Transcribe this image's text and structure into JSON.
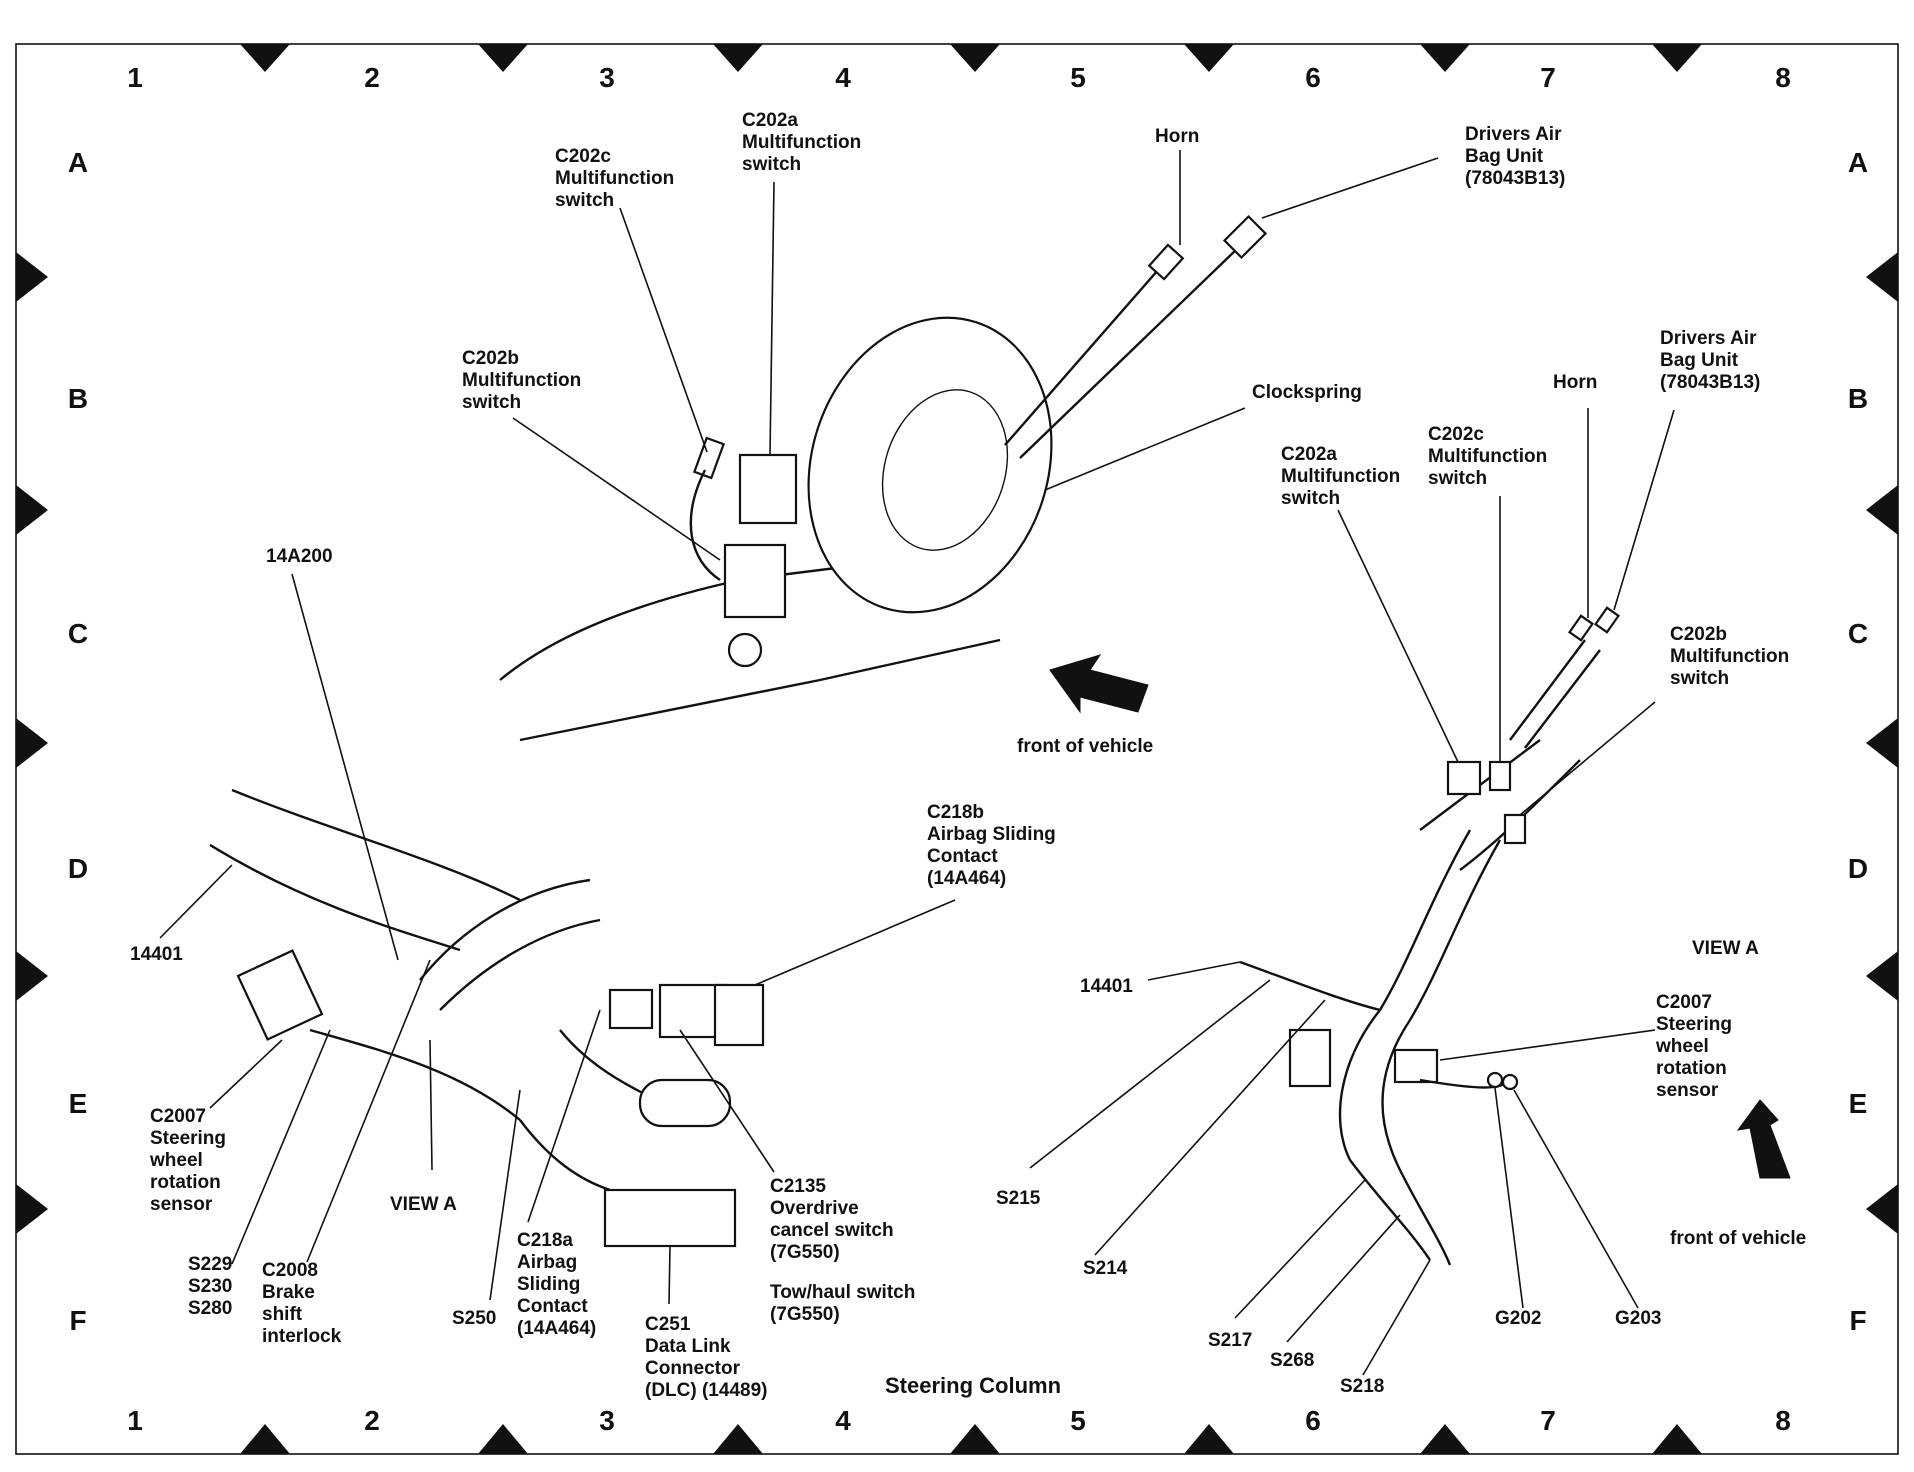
{
  "grid": {
    "columns": [
      "1",
      "2",
      "3",
      "4",
      "5",
      "6",
      "7",
      "8"
    ],
    "rows": [
      "A",
      "B",
      "C",
      "D",
      "E",
      "F"
    ]
  },
  "title": "Steering Column",
  "callouts": {
    "c202c_left": [
      "C202c",
      "Multifunction",
      "switch"
    ],
    "c202a_left": [
      "C202a",
      "Multifunction",
      "switch"
    ],
    "horn_left": [
      "Horn"
    ],
    "airbag_left": [
      "Drivers Air",
      "Bag Unit",
      "(78043B13)"
    ],
    "c202b_left": [
      "C202b",
      "Multifunction",
      "switch"
    ],
    "clockspring": [
      "Clockspring"
    ],
    "id_14a200": [
      "14A200"
    ],
    "front_left": [
      "front of vehicle"
    ],
    "c218b": [
      "C218b",
      "Airbag Sliding",
      "Contact",
      "(14A464)"
    ],
    "id_14401_left": [
      "14401"
    ],
    "c2007_left": [
      "C2007",
      "Steering",
      "wheel",
      "rotation",
      "sensor"
    ],
    "view_a_left": [
      "VIEW A"
    ],
    "s229": [
      "S229",
      "S230",
      "S280"
    ],
    "c2008": [
      "C2008",
      "Brake",
      "shift",
      "interlock"
    ],
    "s250": [
      "S250"
    ],
    "c218a": [
      "C218a",
      "Airbag",
      "Sliding",
      "Contact",
      "(14A464)"
    ],
    "c251": [
      "C251",
      "Data Link",
      "Connector",
      "(DLC) (14489)"
    ],
    "c2135": [
      "C2135",
      "Overdrive",
      "cancel switch",
      "(7G550)"
    ],
    "towhaul": [
      "Tow/haul switch",
      "(7G550)"
    ],
    "horn_right": [
      "Horn"
    ],
    "airbag_right": [
      "Drivers Air",
      "Bag Unit",
      "(78043B13)"
    ],
    "c202a_right": [
      "C202a",
      "Multifunction",
      "switch"
    ],
    "c202c_right": [
      "C202c",
      "Multifunction",
      "switch"
    ],
    "c202b_right": [
      "C202b",
      "Multifunction",
      "switch"
    ],
    "view_a_right": [
      "VIEW A"
    ],
    "id_14401_right": [
      "14401"
    ],
    "c2007_right": [
      "C2007",
      "Steering",
      "wheel",
      "rotation",
      "sensor"
    ],
    "s215": [
      "S215"
    ],
    "s214": [
      "S214"
    ],
    "s217": [
      "S217"
    ],
    "s268": [
      "S268"
    ],
    "s218": [
      "S218"
    ],
    "g202": [
      "G202"
    ],
    "g203": [
      "G203"
    ],
    "front_right": [
      "front of vehicle"
    ]
  }
}
